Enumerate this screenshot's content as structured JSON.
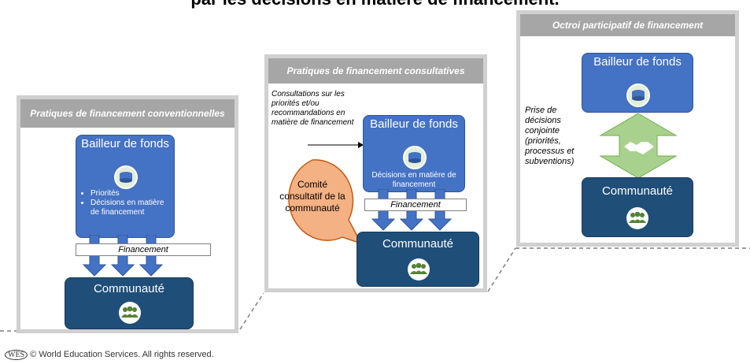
{
  "title": "par les décisions en matière de financement.",
  "panel1": {
    "header": "Pratiques de financement conventionnelles",
    "funder": "Bailleur de fonds",
    "bullets": [
      "Priorités",
      "Décisions en matière de financement"
    ],
    "financing": "Financement",
    "community": "Communauté"
  },
  "panel2": {
    "header": "Pratiques de financement consultatives",
    "note": "Consultations sur les priorités et/ou recommandations en matière de financement",
    "funder": "Bailleur de fonds",
    "decisions": "Décisions en matière de financement",
    "committee": "Comité consultatif de la communauté",
    "financing": "Financement",
    "community": "Communauté"
  },
  "panel3": {
    "header": "Octroi participatif de financement",
    "funder": "Bailleur de fonds",
    "note": "Prise de décisions conjointe (priorités, processus et subventions)",
    "community": "Communauté"
  },
  "footer": {
    "logo": "WES",
    "text": "© World Education Services. All rights reserved."
  },
  "colors": {
    "header_gray": "#a6a6a6",
    "funder_blue": "#4472c4",
    "community_navy": "#1f4e79",
    "committee_orange": "#f4b183",
    "handshake_green": "#a9d18e"
  }
}
